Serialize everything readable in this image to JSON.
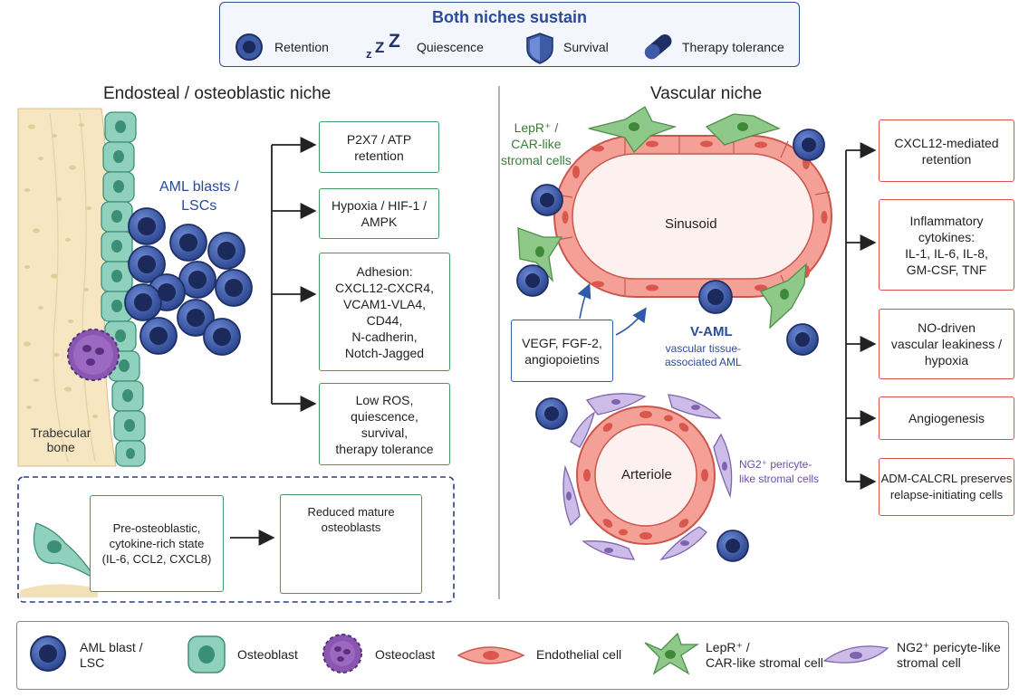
{
  "top": {
    "title": "Both niches sustain",
    "items": [
      {
        "label": "Retention",
        "icon": "cell-retention-icon"
      },
      {
        "label": "Quiescence",
        "icon": "zzz-icon"
      },
      {
        "label": "Survival",
        "icon": "shield-icon"
      },
      {
        "label": "Therapy tolerance",
        "icon": "capsule-icon"
      }
    ]
  },
  "left": {
    "title": "Endosteal / osteoblastic niche",
    "bone_label": "Trabecular\nbone",
    "blasts_label": "AML blasts /\nLSCs",
    "boxes": [
      "P2X7 / ATP\nretention",
      "Hypoxia / HIF-1 /\nAMPK",
      "Adhesion:\nCXCL12-CXCR4,\nVCAM1-VLA4,\nCD44,\nN-cadherin,\nNotch-Jagged",
      "Low ROS,\nquiescence,\nsurvival,\ntherapy tolerance"
    ],
    "inset": {
      "state_label": "Pre-osteoblastic,\ncytokine-rich state\n(IL-6, CCL2, CXCL8)",
      "reduced_label": "Reduced mature\nosteoblasts"
    }
  },
  "right": {
    "title": "Vascular niche",
    "lepr_label": "LepR⁺ /\nCAR-like\nstromal cells",
    "sinusoid_label": "Sinusoid",
    "vegf_label": "VEGF, FGF-2,\nangiopoietins",
    "vaml_title": "V-AML",
    "vaml_sub": "vascular tissue-\nassociated AML",
    "arteriole_label": "Arteriole",
    "ng2_label": "NG2⁺ pericyte-\nlike stromal cells",
    "boxes": [
      "CXCL12-mediated\nretention",
      "Inflammatory\ncytokines:\nIL-1, IL-6, IL-8,\nGM-CSF, TNF",
      "NO-driven\nvascular leakiness /\nhypoxia",
      "Angiogenesis",
      "ADM-CALCRL preserves\nrelapse-initiating cells"
    ]
  },
  "legend": [
    {
      "label": "AML blast /\nLSC",
      "icon": "aml-blast-icon"
    },
    {
      "label": "Osteoblast",
      "icon": "osteoblast-icon"
    },
    {
      "label": "Osteoclast",
      "icon": "osteoclast-icon"
    },
    {
      "label": "Endothelial cell",
      "icon": "endothelial-cell-icon"
    },
    {
      "label": "LepR⁺ /\nCAR-like stromal cell",
      "icon": "lepr-stromal-cell-icon"
    },
    {
      "label": "NG2⁺ pericyte-like\nstromal cell",
      "icon": "ng2-pericyte-icon"
    }
  ],
  "colors": {
    "blast": "#3d5aa6",
    "osteoblast": "#8fd1bd",
    "osteoclast": "#8a56b0",
    "endothelial": "#f08a80",
    "stromal": "#8fc98a",
    "pericyte": "#b9a3da",
    "green_box": "#3f9a5e",
    "red_box": "#d9534f",
    "title_blue": "#2a4a9a"
  }
}
